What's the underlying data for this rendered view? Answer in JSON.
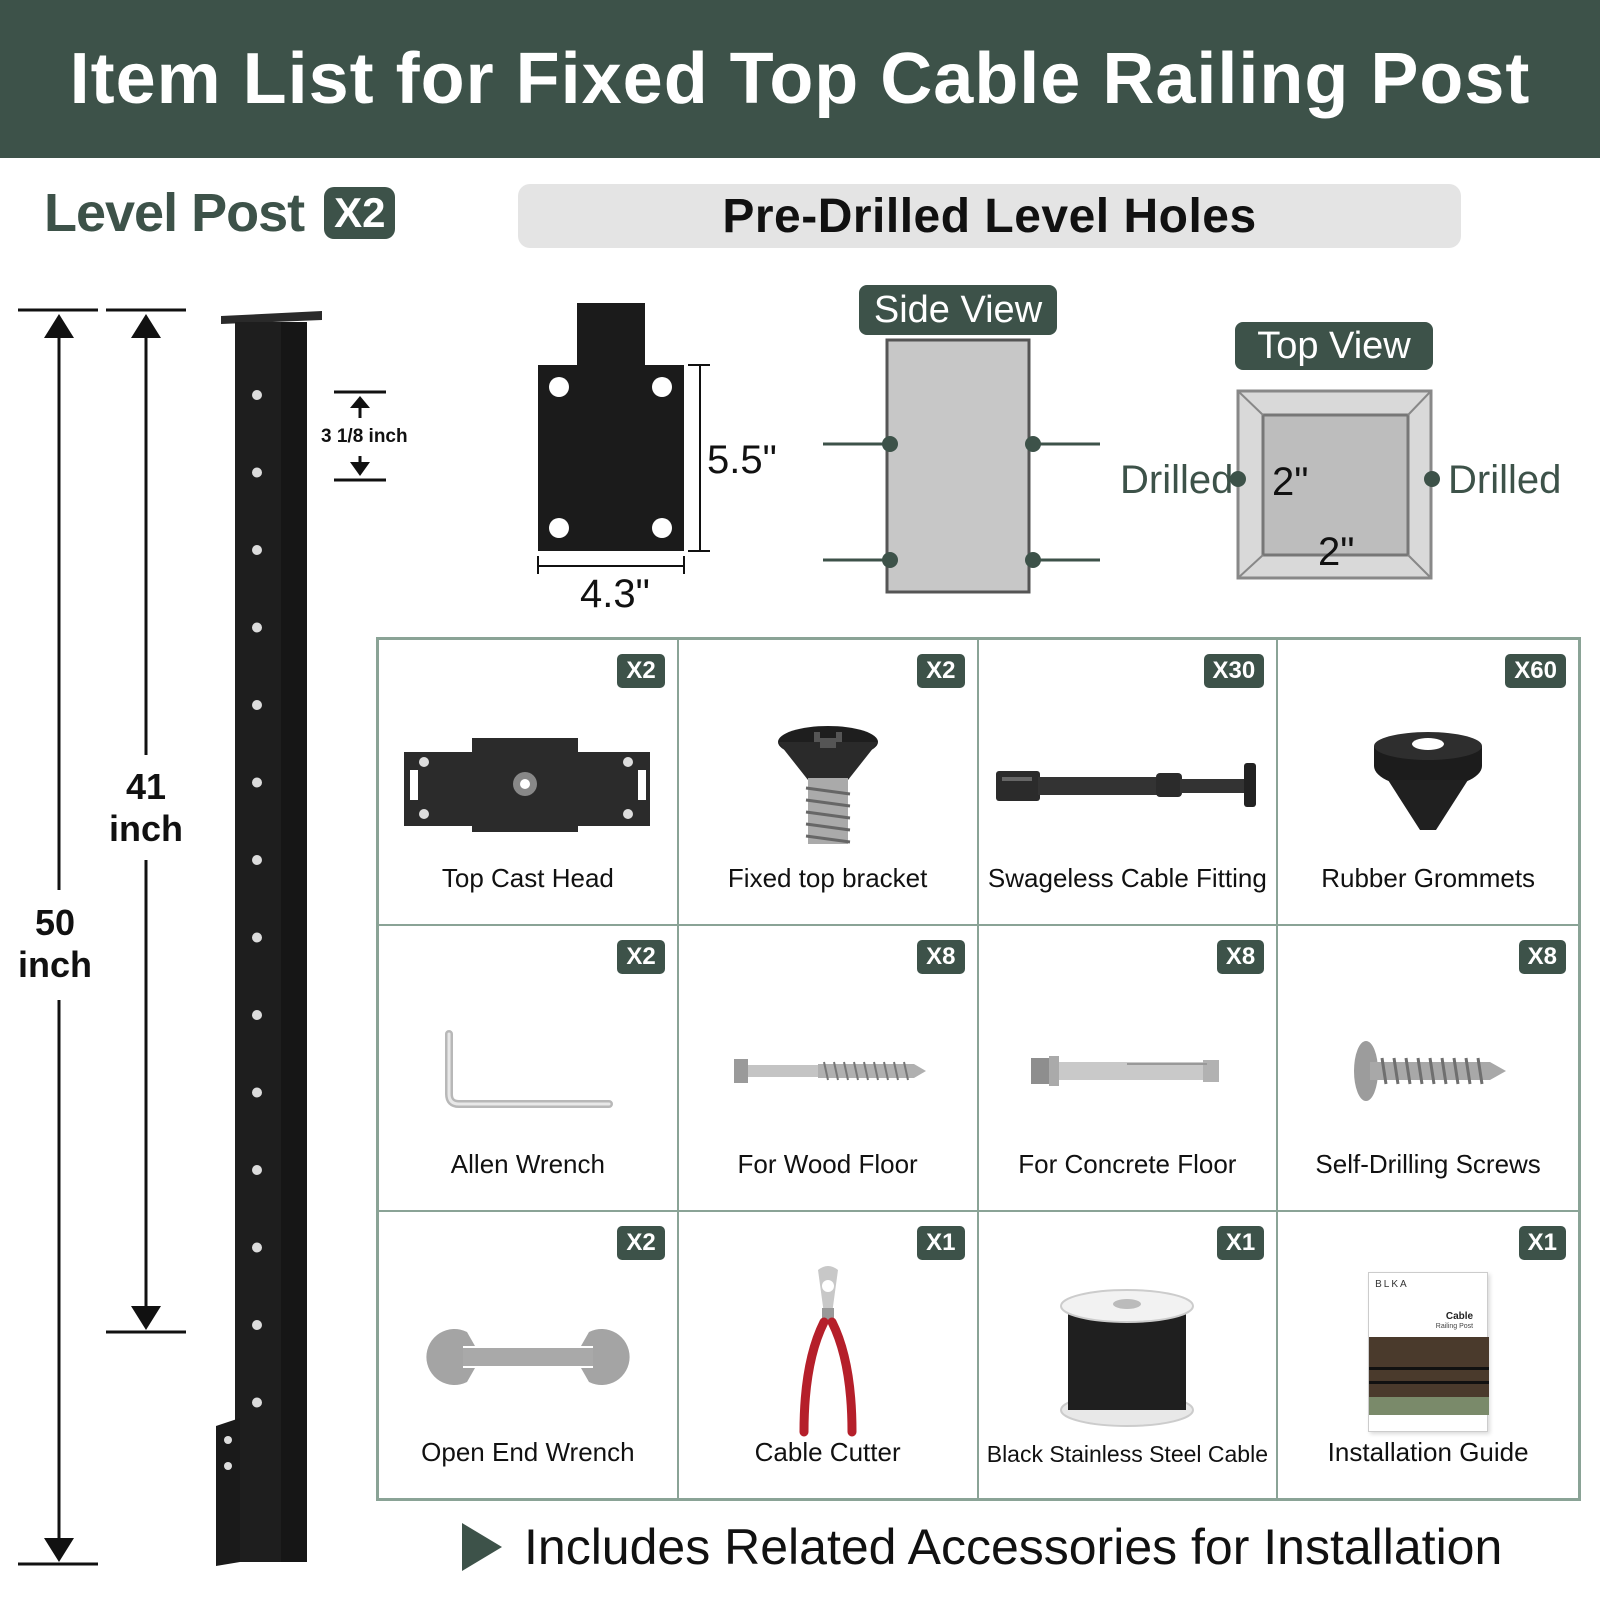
{
  "header": {
    "title": "Item List for Fixed Top Cable Railing Post"
  },
  "level_post": {
    "label": "Level Post",
    "quantity": "X2"
  },
  "banner": {
    "title": "Pre-Drilled Level Holes"
  },
  "post_dimensions": {
    "height_50": "50",
    "height_50_unit": "inch",
    "height_41": "41",
    "height_41_unit": "inch",
    "hole_spacing": "3 1/8 inch"
  },
  "base_plate": {
    "height": "5.5\"",
    "width": "4.3\""
  },
  "side_view": {
    "label": "Side View"
  },
  "top_view": {
    "label": "Top View",
    "left": "Drilled",
    "right": "Drilled",
    "dim_inner": "2\"",
    "dim_bottom": "2\""
  },
  "items": [
    {
      "label": "Top Cast Head",
      "qty": "X2",
      "icon": "top-cast-head-icon"
    },
    {
      "label": "Fixed top bracket",
      "qty": "X2",
      "icon": "screw-bracket-icon"
    },
    {
      "label": "Swageless Cable Fitting",
      "qty": "X30",
      "icon": "cable-fitting-icon"
    },
    {
      "label": "Rubber Grommets",
      "qty": "X60",
      "icon": "grommet-icon"
    },
    {
      "label": "Allen Wrench",
      "qty": "X2",
      "icon": "allen-wrench-icon"
    },
    {
      "label": "For Wood Floor",
      "qty": "X8",
      "icon": "lag-screw-icon"
    },
    {
      "label": "For Concrete Floor",
      "qty": "X8",
      "icon": "anchor-bolt-icon"
    },
    {
      "label": "Self-Drilling Screws",
      "qty": "X8",
      "icon": "self-drilling-screw-icon"
    },
    {
      "label": "Open End Wrench",
      "qty": "X2",
      "icon": "open-end-wrench-icon"
    },
    {
      "label": "Cable Cutter",
      "qty": "X1",
      "icon": "cable-cutter-icon"
    },
    {
      "label": "Black Stainless Steel Cable",
      "qty": "X1",
      "icon": "cable-spool-icon"
    },
    {
      "label": "Installation Guide",
      "qty": "X1",
      "icon": "guide-booklet-icon"
    }
  ],
  "guide_booklet": {
    "brand": "BLKA",
    "title": "Cable",
    "subtitle": "Railing Post"
  },
  "footer": {
    "text": "Includes Related Accessories for Installation"
  },
  "colors": {
    "brand_green": "#3d5249",
    "grid_border": "#8aa396",
    "banner_bg": "#e4e4e4",
    "post_black": "#1e1e1e"
  }
}
